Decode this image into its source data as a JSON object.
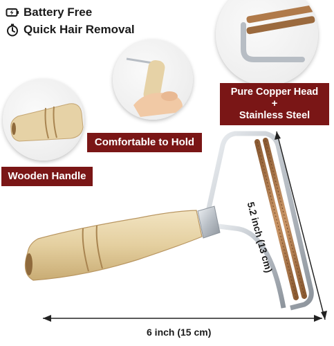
{
  "features": [
    {
      "icon": "battery-bolt-icon",
      "text": "Battery Free"
    },
    {
      "icon": "stopwatch-icon",
      "text": "Quick Hair Removal"
    }
  ],
  "callouts": {
    "copper": {
      "line1": "Pure Copper Head",
      "line2": "+",
      "line3": "Stainless Steel"
    },
    "hold": "Comfortable to Hold",
    "handle": "Wooden Handle"
  },
  "dimensions": {
    "height": "5.2 inch (13 cm)",
    "width": "6 inch (15 cm)"
  },
  "colors": {
    "label_bg": "#7a1616",
    "wood": "#e6d2a6",
    "copper": "#b07a4a",
    "steel": "#c8ccd0"
  }
}
